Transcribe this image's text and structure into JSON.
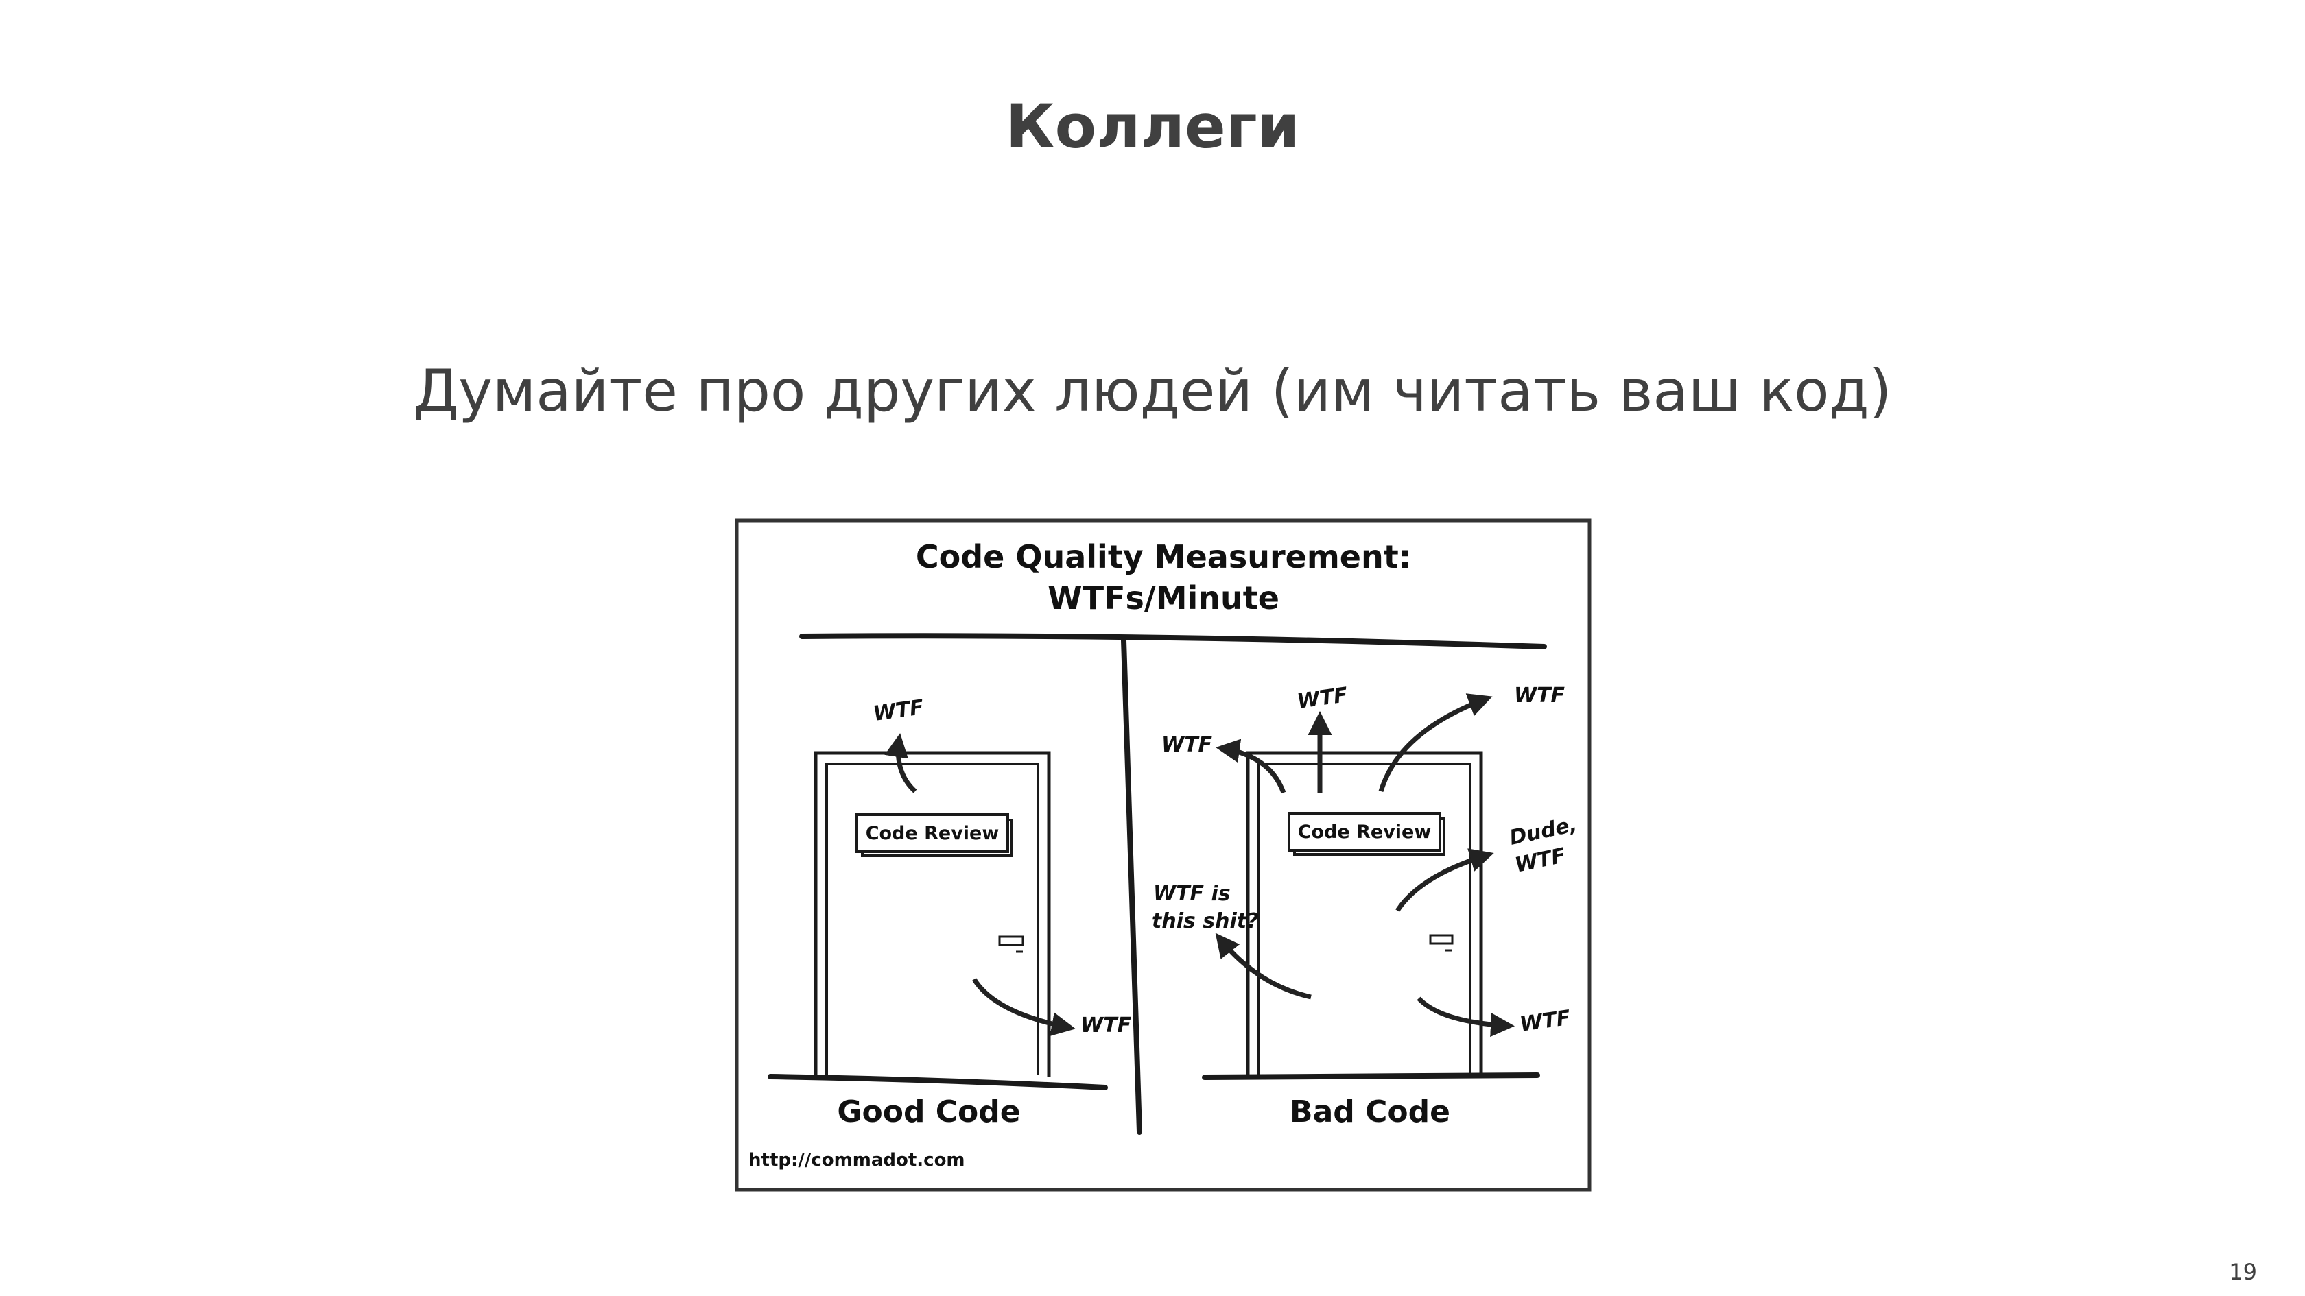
{
  "slide": {
    "title": "Коллеги",
    "subtitle": "Думайте про других людей (им читать ваш код)",
    "page_number": "19"
  },
  "comic": {
    "title_line1": "Code Quality Measurement:",
    "title_line2": "WTFs/Minute",
    "good_panel": {
      "sign": "Code Review",
      "wtf_top": "WTF",
      "wtf_bottom": "WTF",
      "caption": "Good Code"
    },
    "bad_panel": {
      "sign": "Code Review",
      "wtf_left": "WTF",
      "wtf_top": "WTF",
      "wtf_top_right": "WTF",
      "dude_line1": "Dude,",
      "dude_line2": "WTF",
      "shit_line1": "WTF is",
      "shit_line2": "this shit?",
      "wtf_bottom": "WTF",
      "caption": "Bad Code"
    },
    "source_url": "http://commadot.com"
  }
}
